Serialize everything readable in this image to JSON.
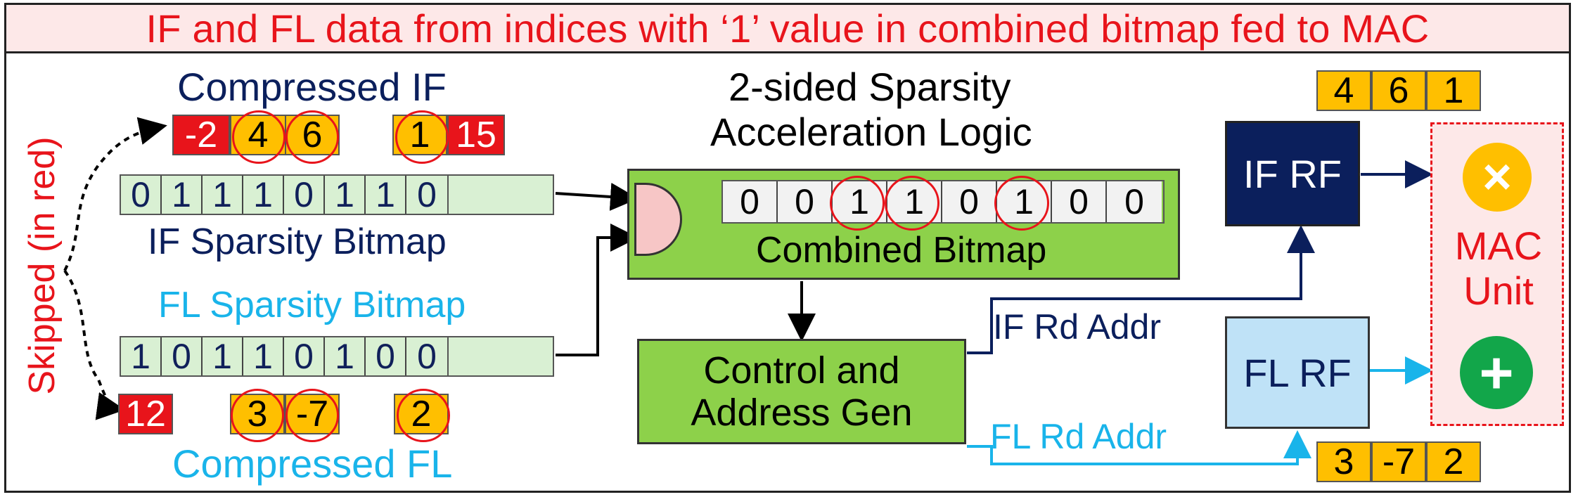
{
  "title": "IF and FL data from indices with ‘1’ value in combined bitmap fed to MAC",
  "skipped_label": "Skipped (in red)",
  "compressed_if": {
    "label": "Compressed IF",
    "values": [
      "-2",
      "4",
      "6",
      "1",
      "15"
    ]
  },
  "if_bitmap": {
    "label": "IF Sparsity Bitmap",
    "bits": [
      "0",
      "1",
      "1",
      "1",
      "0",
      "1",
      "1",
      "0"
    ]
  },
  "fl_bitmap": {
    "label": "FL Sparsity Bitmap",
    "bits": [
      "1",
      "0",
      "1",
      "1",
      "0",
      "1",
      "0",
      "0"
    ]
  },
  "compressed_fl": {
    "label": "Compressed FL",
    "values": [
      "12",
      "3",
      "-7",
      "2"
    ]
  },
  "logic": {
    "title_line1": "2-sided Sparsity",
    "title_line2": "Acceleration Logic",
    "combined_label": "Combined Bitmap",
    "combined_bits": [
      "0",
      "0",
      "1",
      "1",
      "0",
      "1",
      "0",
      "0"
    ]
  },
  "control": {
    "line1": "Control and",
    "line2": "Address Gen"
  },
  "if_rd_addr": "IF Rd Addr",
  "fl_rd_addr": "FL Rd Addr",
  "if_rf": {
    "label": "IF RF",
    "values": [
      "4",
      "6",
      "1"
    ]
  },
  "fl_rf": {
    "label": "FL RF",
    "values": [
      "3",
      "-7",
      "2"
    ]
  },
  "mac": {
    "line1": "MAC",
    "line2": "Unit",
    "multiply_symbol": "×",
    "add_symbol": "+"
  },
  "colors": {
    "red": "#e8141b",
    "dark_navy": "#0b1f5c",
    "light_blue": "#19b4ea",
    "orange": "#ffbf00",
    "green_block": "#8dd14a",
    "bitmap_green": "#d9f0d3",
    "rf_light_blue": "#bfe2f7"
  }
}
